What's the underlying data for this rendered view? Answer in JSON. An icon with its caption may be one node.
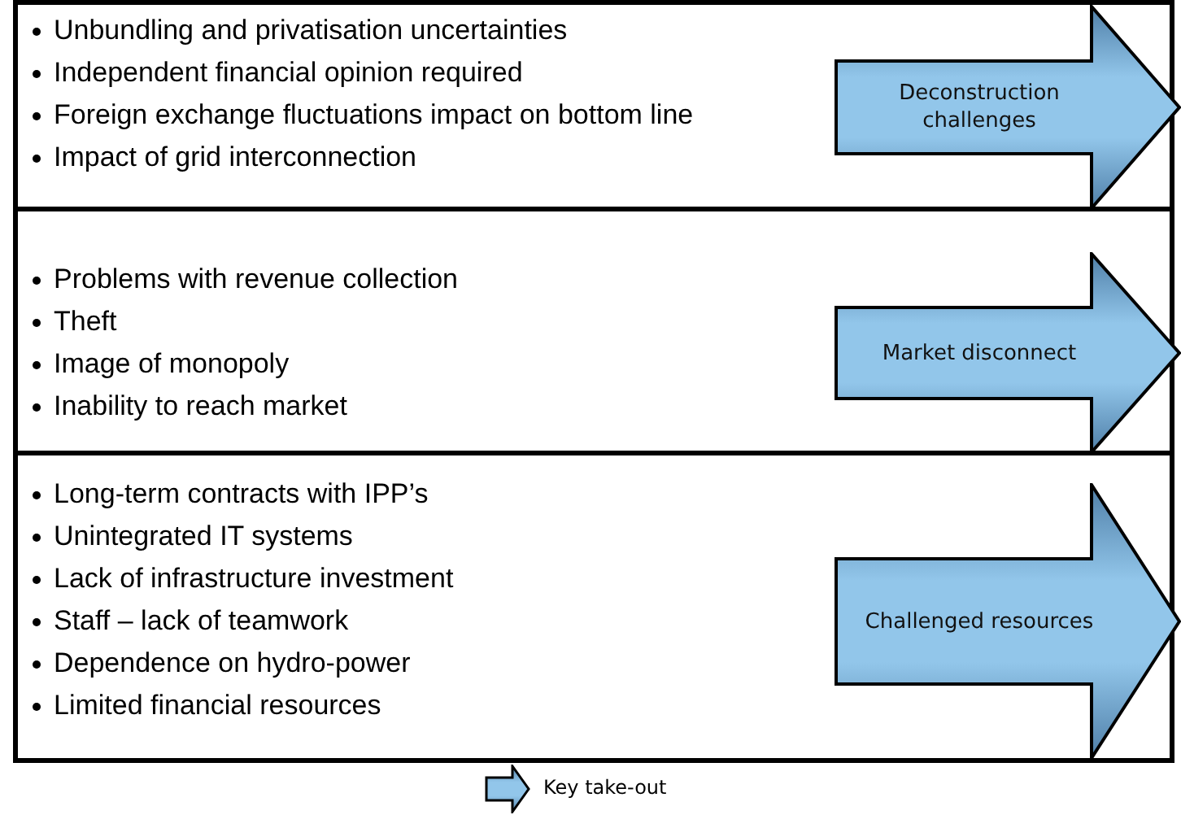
{
  "diagram": {
    "nodes": [
      {
        "text": [
          "Unbundling and privatisation uncertainties",
          "Independent financial opinion required",
          "Foreign exchange fluctuations impact on bottom line",
          "Impact of grid interconnection"
        ]
      },
      {
        "text": [
          "Deconstruction challenges"
        ],
        "in": 0
      },
      {
        "text": [
          "Problems with revenue collection",
          "Theft",
          "Image of monopoly",
          "Inability to reach market"
        ]
      },
      {
        "text": [
          "Market disconnect"
        ],
        "in": 2
      },
      {
        "text": [
          "Long-term contracts with IPP’s",
          "Unintegrated IT systems",
          "Lack of infrastructure investment",
          "Staff – lack of teamwork",
          "Dependence on hydro-power",
          "Limited financial resources"
        ]
      },
      {
        "text": [
          "Challenged resources"
        ],
        "in": 4
      }
    ],
    "legend": [
      {
        "text": "Key take-out"
      }
    ]
  }
}
